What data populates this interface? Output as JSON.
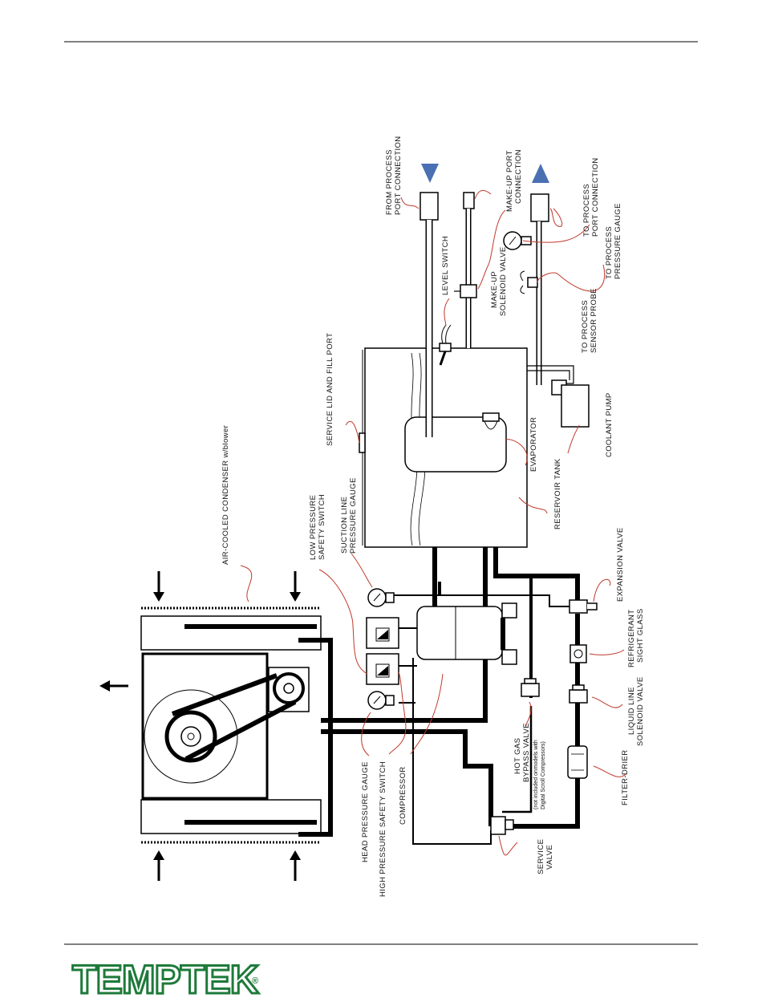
{
  "labels": {
    "from_process": [
      "FROM PROCESS",
      "PORT CONNECTION"
    ],
    "makeup_port": [
      "MAKE-UP PORT",
      "CONNECTION"
    ],
    "to_process_port": [
      "TO PROCESS",
      "PORT CONNECTION"
    ],
    "to_process_gauge": [
      "TO PROCESS",
      "PRESSURE GAUGE"
    ],
    "to_process_probe": [
      "TO PROCESS",
      "SENSOR PROBE"
    ],
    "level_switch": "LEVEL SWITCH",
    "makeup_valve": [
      "MAKE-UP",
      "SOLENOID VALVE"
    ],
    "service_lid": "SERVICE LID AND FILL PORT",
    "coolant_pump": "COOLANT PUMP",
    "evaporator": "EVAPORATOR",
    "reservoir_tank": "RESERVOIR TANK",
    "condenser": "AIR-COOLED CONDENSER w/blower",
    "low_pressure": [
      "LOW PRESSURE",
      "SAFETY SWITCH"
    ],
    "suction_gauge": [
      "SUCTION LINE",
      "PRESSURE GAUGE"
    ],
    "expansion_valve": "EXPANSION VALVE",
    "sight_glass": [
      "REFRIGERANT",
      "SIGHT GLASS"
    ],
    "liquid_line": [
      "LIQUID LINE",
      "SOLENOID VALVE"
    ],
    "filter_drier": "FILTER-DRIER",
    "hot_gas": [
      "HOT GAS",
      "BYPASS VALVE"
    ],
    "hot_gas_note": [
      "(not included onmodels with",
      "Digital Scroll Compressors)"
    ],
    "head_gauge": "HEAD PRESSURE GAUGE",
    "high_pressure": "HIGH PRESSURE SAFETY SWITCH",
    "compressor": "COMPRESSOR",
    "service_valve": [
      "SERVICE",
      "VALVE"
    ]
  },
  "logo": {
    "text": "TEMPTEK",
    "mark": "®",
    "color": "#1e7a3a"
  },
  "colors": {
    "flow_arrow": "#4a6fb3",
    "leader": "#c0392b"
  }
}
